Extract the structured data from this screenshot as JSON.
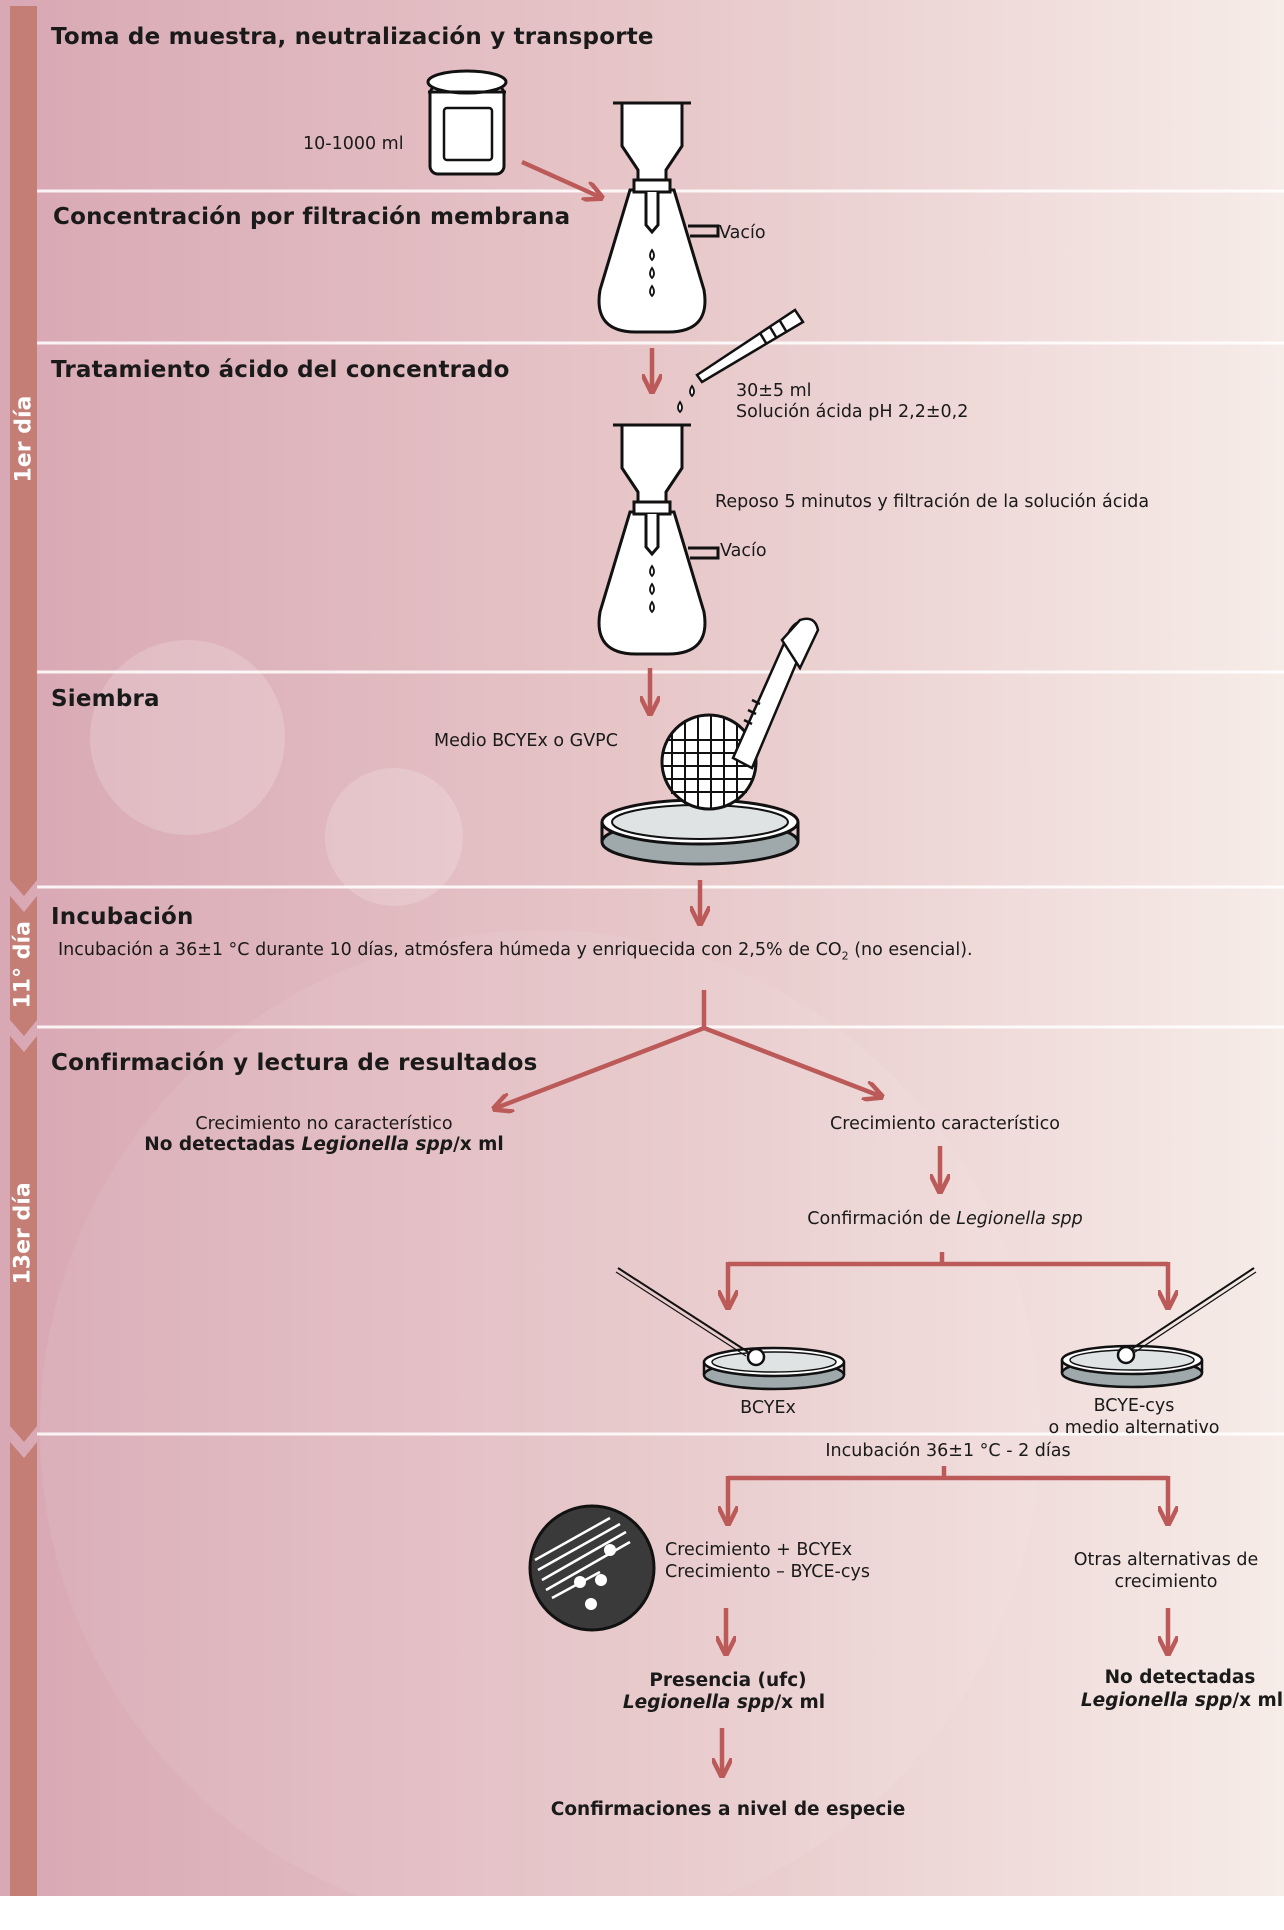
{
  "days": {
    "d1": "1er día",
    "d11": "11° día",
    "d13": "13er día"
  },
  "steps": {
    "s1": "Toma de muestra, neutralización y transporte",
    "s2": "Concentración por filtración membrana",
    "s3": "Tratamiento ácido del concentrado",
    "s4": "Siembra",
    "s5": "Incubación",
    "s6": "Confirmación y lectura de resultados"
  },
  "labels": {
    "volume": "10-1000 ml",
    "vacuum1": "Vacío",
    "acid_volume": "30±5 ml",
    "acid_solution": "Solución ácida pH 2,2±0,2",
    "rest": "Reposo 5 minutos y filtración de la solución ácida",
    "vacuum2": "Vacío",
    "medium": "Medio BCYEx o GVPC",
    "incubation": "Incubación a 36±1 °C durante 10 días, atmósfera húmeda y enriquecida con 2,5% de CO",
    "incubation_sub": "2",
    "incubation_end": " (no esencial).",
    "no_char": "Crecimiento no característico",
    "not_detected_1_pre": "No detectadas ",
    "not_detected_1_it": "Legionella spp",
    "not_detected_1_post": "/x ml",
    "char": "Crecimiento característico",
    "confirm_pre": "Confirmación de ",
    "confirm_it": "Legionella spp",
    "plate_left": "BCYEx",
    "plate_right_1": "BCYE-cys",
    "plate_right_2": "o medio alternativo",
    "incubation2": "Incubación 36±1 °C - 2 días",
    "growth_1": "Crecimiento + BCYEx",
    "growth_2": "Crecimiento – BYCE-cys",
    "other_1": "Otras alternativas de",
    "other_2": "crecimiento",
    "presence_1": "Presencia (ufc)",
    "presence_2_it": "Legionella spp",
    "presence_2_post": "/x ml",
    "nd2_1": "No detectadas",
    "nd2_2_it": "Legionella spp",
    "nd2_2_post": "/x ml",
    "species": "Confirmaciones a nivel de especie"
  },
  "colors": {
    "arrow": "#bb5a58",
    "sidebar": "#c47e76",
    "background": "#e8c4c6"
  }
}
